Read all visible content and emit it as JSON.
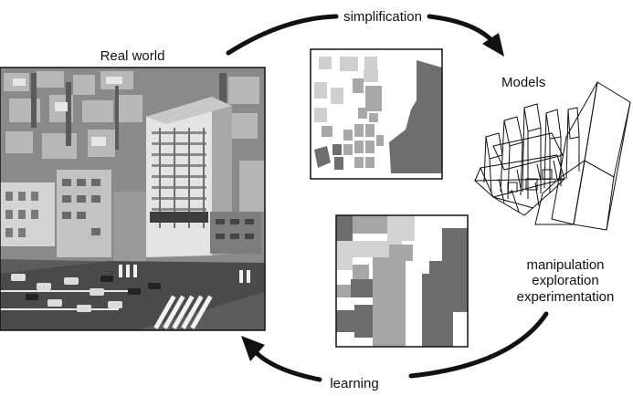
{
  "labels": {
    "real_world": "Real world",
    "simplification": "simplification",
    "models": "Models",
    "manipulation": "manipulation",
    "exploration": "exploration",
    "experimentation": "experimentation",
    "learning": "learning"
  },
  "images": {
    "photo": "aerial-city-photo",
    "map_vector": "simplified-vector-map",
    "map_grid": "grid-map",
    "model_3d": "wireframe-3d-model"
  },
  "colors": {
    "arrow": "#111111",
    "frame": "#111111",
    "gray_light": "#cfcfcf",
    "gray_mid": "#a6a6a6",
    "gray_dark": "#6e6e6e"
  }
}
